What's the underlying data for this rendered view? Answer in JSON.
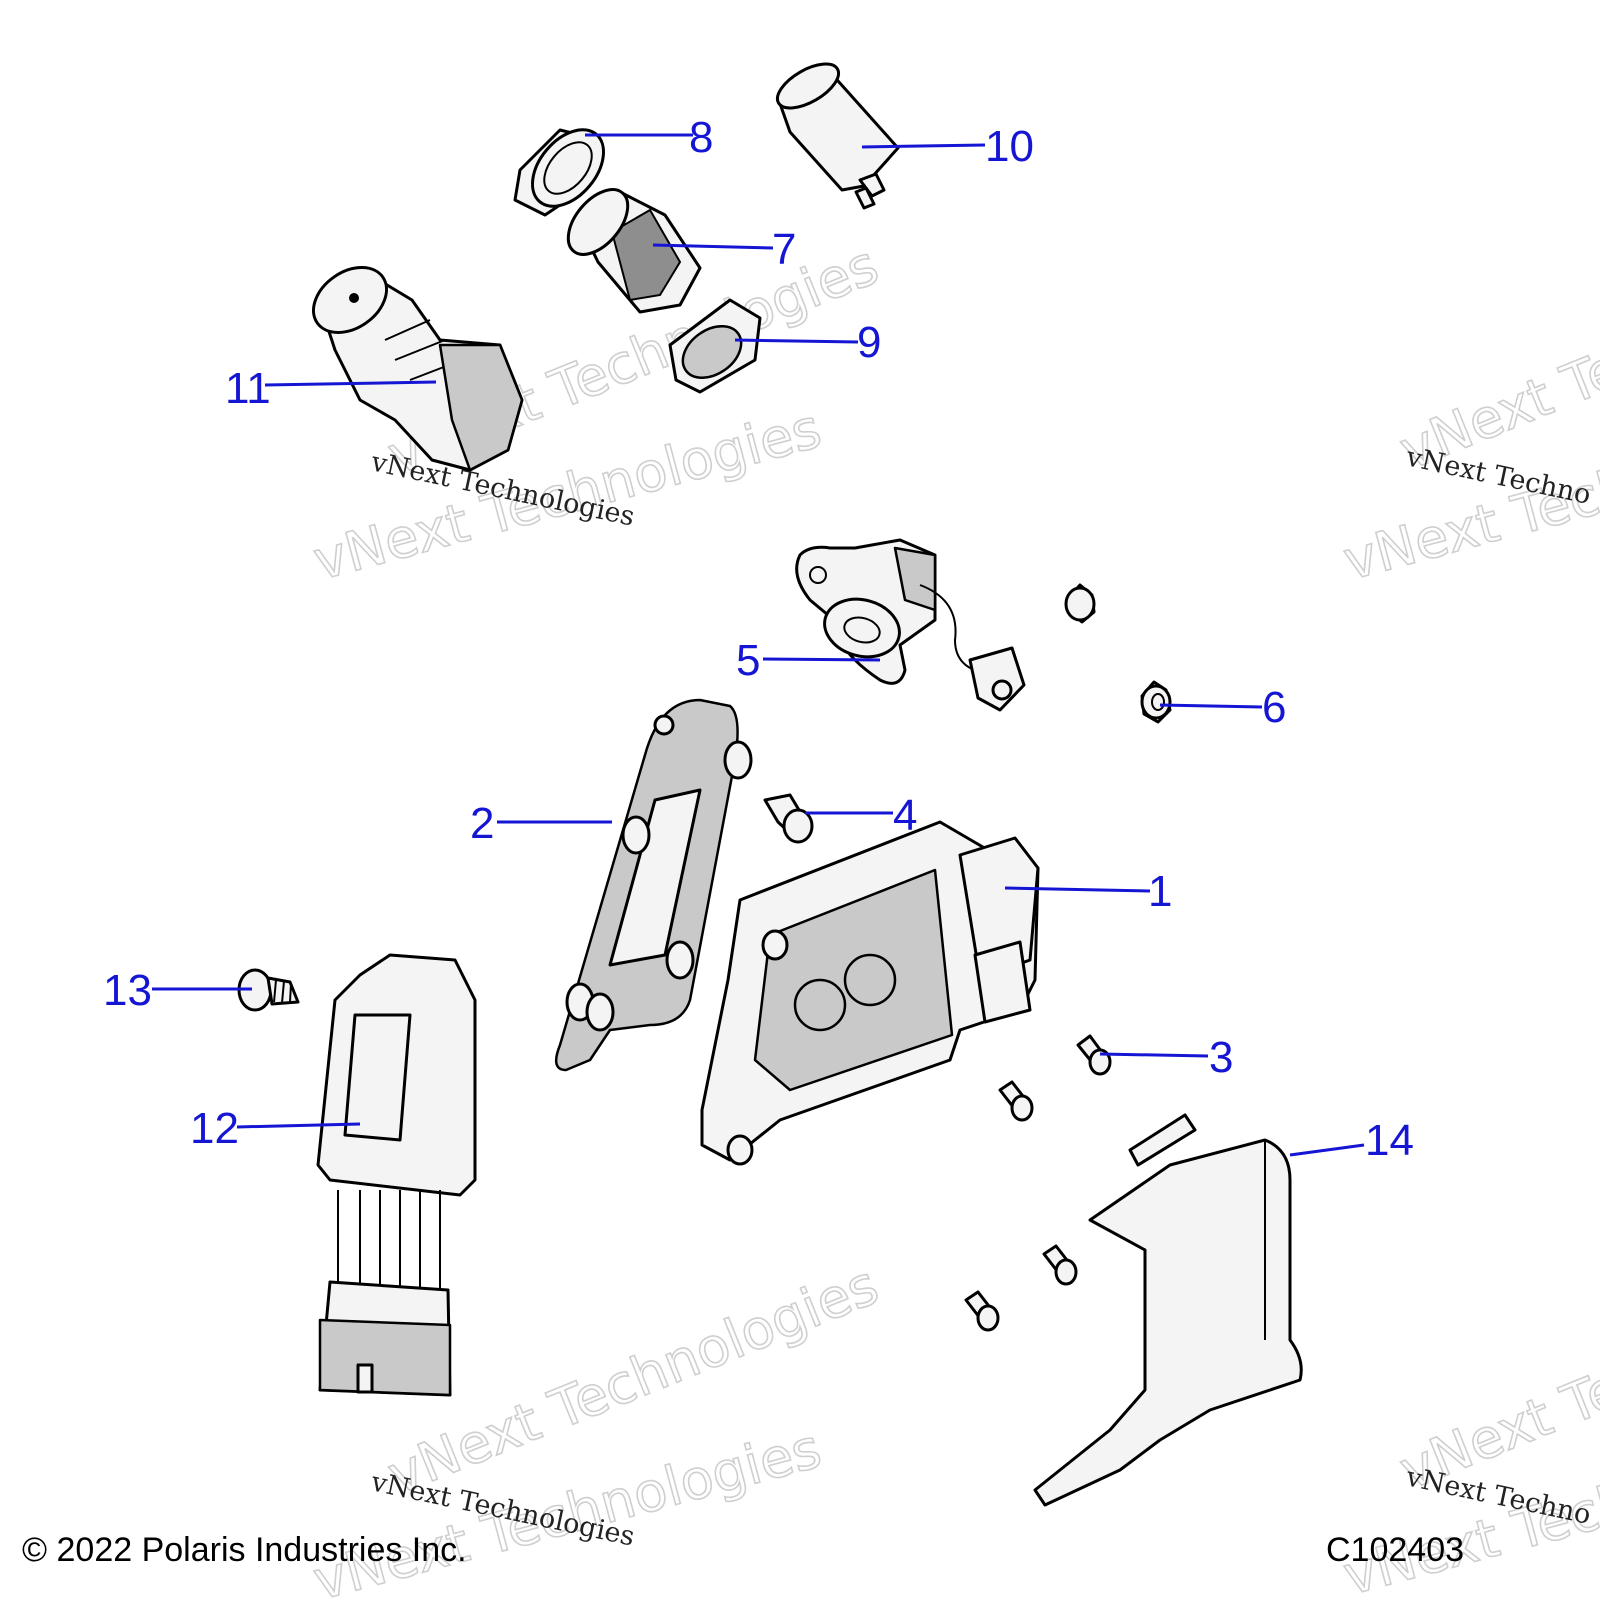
{
  "callouts": [
    "1",
    "2",
    "3",
    "4",
    "5",
    "6",
    "7",
    "8",
    "9",
    "10",
    "11",
    "12",
    "13",
    "14"
  ],
  "footer": {
    "copyright": "© 2022 Polaris Industries Inc.",
    "drawing_id": "C102403"
  },
  "watermarks": [
    {
      "small": "vNext Technologies",
      "large": "vNext Technologies"
    },
    {
      "small": "vNext Techno",
      "large": "vNext Technolo"
    },
    {
      "small": "vNext Technologies",
      "large": "vNext Technologies"
    },
    {
      "small": "vNext Techno",
      "large": "vNext Technolo"
    }
  ],
  "colors": {
    "callout": "#1515d4",
    "part_fill": "#f4f4f4",
    "part_shade": "#c9c9c9"
  }
}
